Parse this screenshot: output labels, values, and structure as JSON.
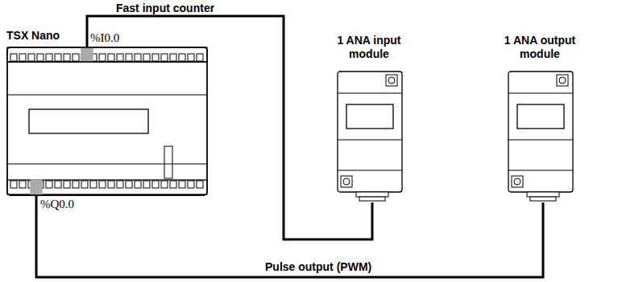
{
  "diagram": {
    "nodes": [
      {
        "text": [
          "TSX Nano"
        ]
      },
      {
        "text": [
          "1 ANA input module"
        ]
      },
      {
        "text": [
          "1 ANA output module"
        ]
      }
    ],
    "edges": [
      {
        "from": 0,
        "to": 1,
        "arrow": "none",
        "label": "Fast input counter"
      },
      {
        "from": 0,
        "to": 2,
        "arrow": "none",
        "label": "Pulse output (PWM)"
      }
    ],
    "labels": [
      "%I0.0",
      "%Q0.0"
    ]
  }
}
